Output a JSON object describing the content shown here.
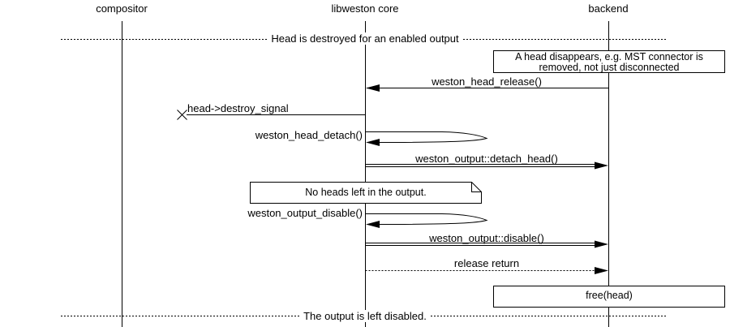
{
  "diagram": {
    "kind": "sequence-diagram",
    "actors": [
      {
        "name": "compositor"
      },
      {
        "name": "libweston core"
      },
      {
        "name": "backend"
      }
    ],
    "dividers": [
      {
        "text": "Head is destroyed for an enabled output"
      },
      {
        "text": "The output is left disabled."
      }
    ],
    "notes": [
      {
        "text": "A head disappears, e.g. MST connector is removed, not just disconnected",
        "style": "box",
        "anchor": "backend"
      },
      {
        "text": "No heads left in the output.",
        "style": "folded-note",
        "anchor": "libweston core"
      },
      {
        "text": "free(head)",
        "style": "box",
        "anchor": "backend"
      }
    ],
    "messages": [
      {
        "label": "weston_head_release()",
        "from": "backend",
        "to": "libweston core",
        "line": "solid",
        "arrow": "filled"
      },
      {
        "label": "head->destroy_signal",
        "from": "libweston core",
        "to": "lost",
        "line": "solid",
        "arrow": "cross"
      },
      {
        "label": "weston_head_detach()",
        "from": "libweston core",
        "to": "libweston core",
        "line": "self-loop",
        "arrow": "filled"
      },
      {
        "label": "weston_output::detach_head()",
        "from": "libweston core",
        "to": "backend",
        "line": "double",
        "arrow": "filled"
      },
      {
        "label": "weston_output_disable()",
        "from": "libweston core",
        "to": "libweston core",
        "line": "self-loop",
        "arrow": "filled"
      },
      {
        "label": "weston_output::disable()",
        "from": "libweston core",
        "to": "backend",
        "line": "double",
        "arrow": "filled"
      },
      {
        "label": "release return",
        "from": "libweston core",
        "to": "backend",
        "line": "dotted",
        "arrow": "filled"
      }
    ],
    "colors": {
      "stroke": "#000000",
      "background": "#ffffff"
    }
  }
}
